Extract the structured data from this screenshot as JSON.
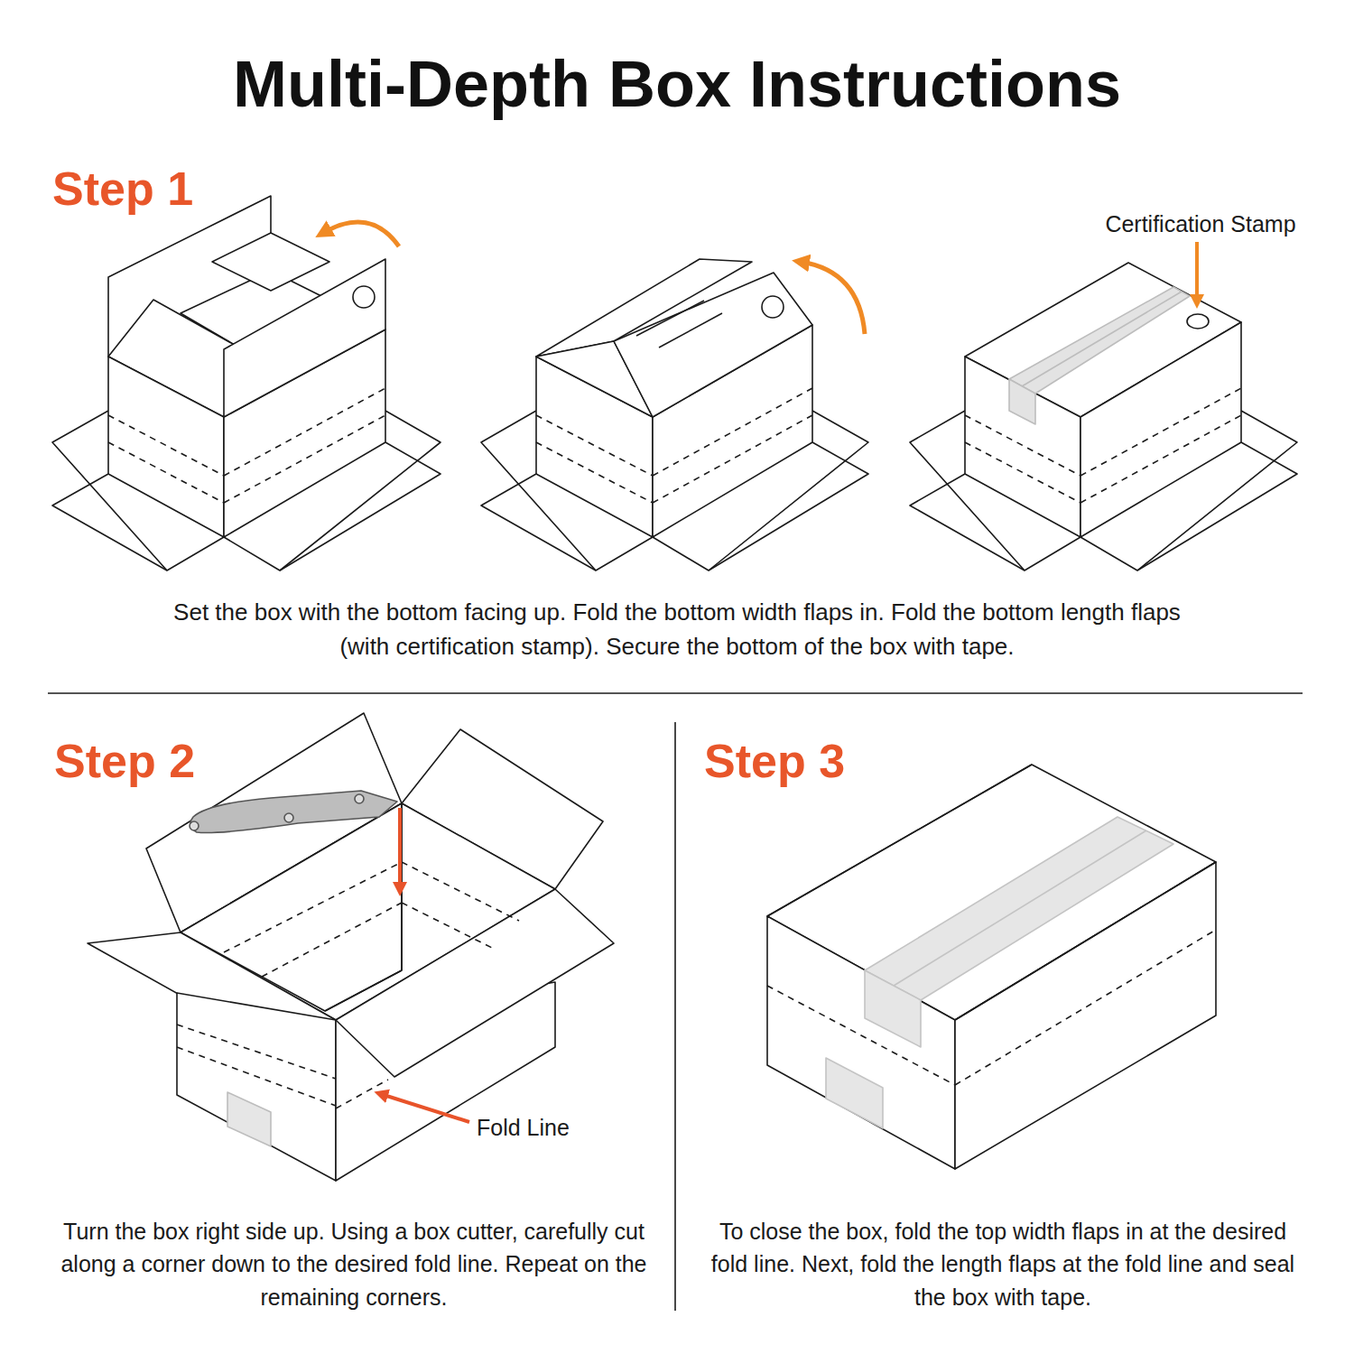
{
  "diagram": {
    "title": "Multi-Depth Box Instructions",
    "labels": [
      "Step 1",
      "Certification Stamp",
      "Set the box with the bottom facing up. Fold the bottom width flaps in. Fold the bottom length flaps (with certification stamp). Secure the bottom of the box with tape.",
      "Step 2",
      "Turn the box right side up. Using a box cutter, carefully cut along a corner down to the desired fold line. Repeat on the remaining corners.",
      "Fold Line",
      "Step 3",
      "To close the box, fold the top width flaps in at the desired fold line. Next, fold the length flaps at the fold line and seal the box with tape."
    ]
  }
}
